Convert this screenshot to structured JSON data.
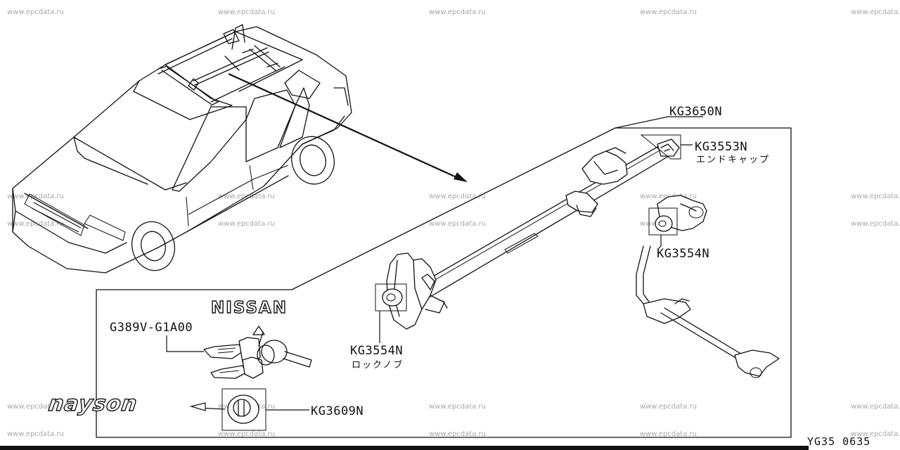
{
  "watermark_text": "www.epcdata.ru",
  "callouts": {
    "rack_assembly": "KG3650N",
    "end_cap": "KG3553N",
    "end_cap_jp": "エンドキャップ",
    "lock_knob_right": "KG3554N",
    "lock_knob_left": "KG3554N",
    "lock_knob_jp": "ロックノブ",
    "key": "G389V-G1A00",
    "emblem_badge": "KG3609N"
  },
  "brand_labels": {
    "nissan": "NISSAN",
    "nayson": "nayson"
  },
  "diagram_code": "YG35 0635"
}
